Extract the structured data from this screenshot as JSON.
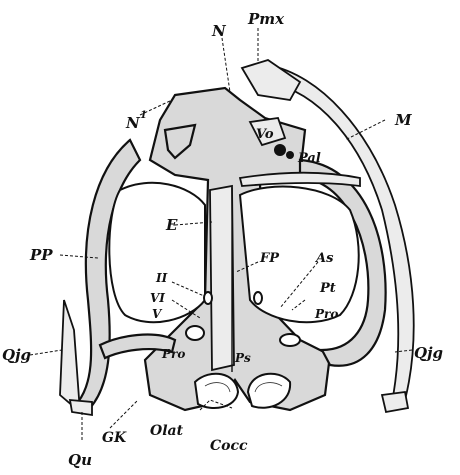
{
  "labels": {
    "Pmx": "Pmx",
    "N": "N",
    "N1": "N",
    "N1_sup": "1",
    "M": "M",
    "Vo": "Vo",
    "Pal": "Pal",
    "E": "E",
    "FP": "FP",
    "As": "As",
    "PP": "PP",
    "II": "II",
    "VI": "VI",
    "V": "V",
    "Pt": "Pt",
    "Pro_right": "Pro",
    "Pro_left": "Pro",
    "Ps": "Ps",
    "Qjg_left": "Qjg",
    "Qjg_right": "Qjg",
    "Qu": "Qu",
    "GK": "GK",
    "Olat": "Olat",
    "Cocc": "Cocc"
  }
}
